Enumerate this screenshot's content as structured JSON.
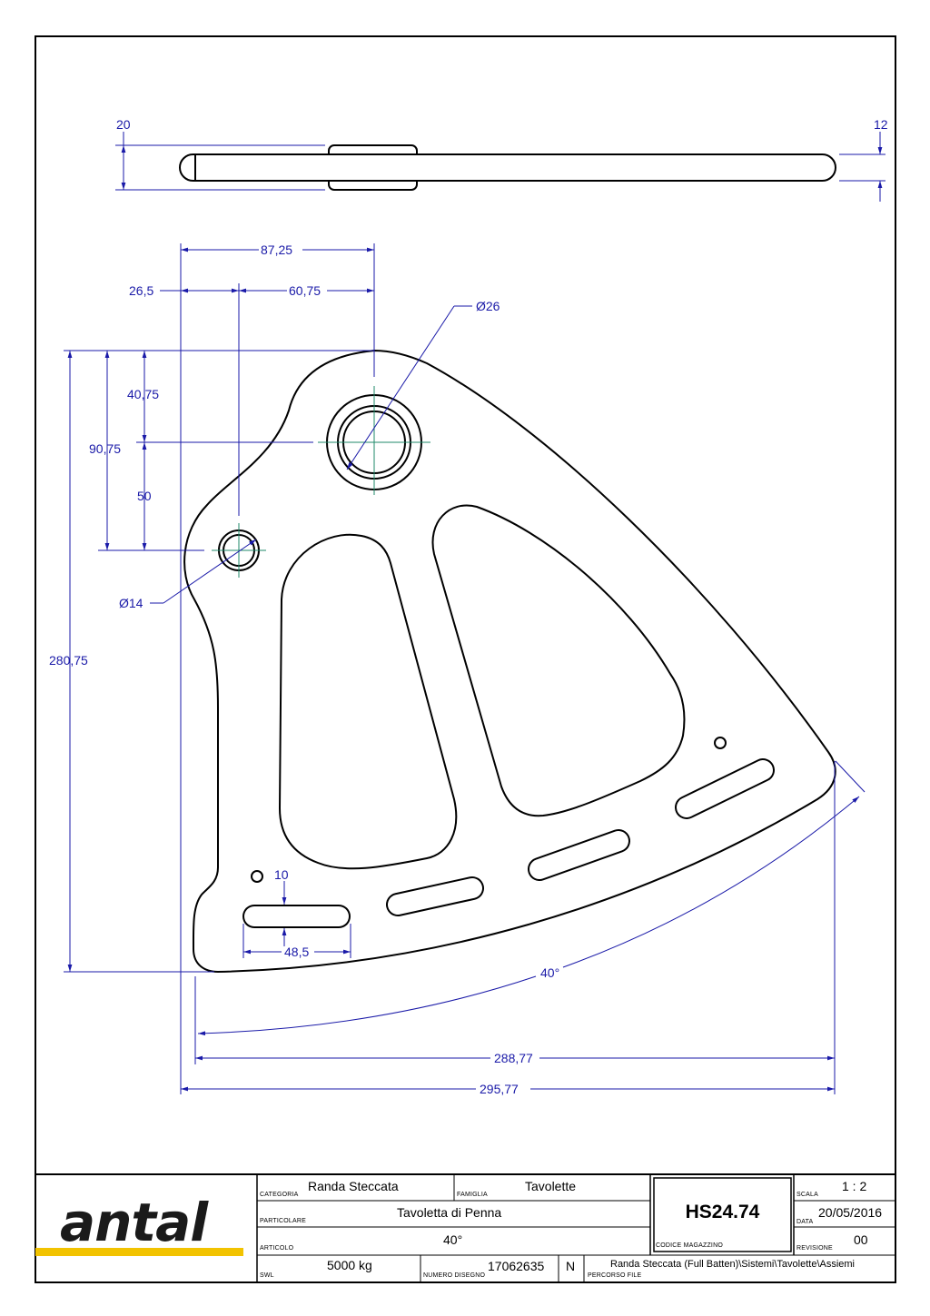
{
  "drawing": {
    "dimensions": {
      "thickness_total": "20",
      "thickness_plate": "12",
      "horiz_87_25": "87,25",
      "horiz_26_5": "26,5",
      "horiz_60_75": "60,75",
      "dia_26": "Ø26",
      "vert_40_75": "40,75",
      "vert_90_75": "90,75",
      "vert_50": "50",
      "dia_14": "Ø14",
      "vert_280_75": "280,75",
      "slot_10": "10",
      "slot_48_5": "48,5",
      "angle_40": "40°",
      "horiz_288_77": "288,77",
      "horiz_295_77": "295,77"
    },
    "colors": {
      "outline": "#000000",
      "dimension": "#1a1aa8",
      "centerline": "#1f8a6a",
      "logo_bar": "#f2c300"
    }
  },
  "titleblock": {
    "logo": "antal",
    "categoria": {
      "label": "CATEGORIA",
      "value": "Randa Steccata"
    },
    "famiglia": {
      "label": "FAMIGLIA",
      "value": "Tavolette"
    },
    "particolare": {
      "label": "PARTICOLARE",
      "value": "Tavoletta di Penna"
    },
    "articolo": {
      "label": "ARTICOLO",
      "value": "40°"
    },
    "codice": {
      "label": "CODICE MAGAZZINO",
      "value": "HS24.74"
    },
    "scala": {
      "label": "SCALA",
      "value": "1 : 2"
    },
    "data": {
      "label": "DATA",
      "value": "20/05/2016"
    },
    "revisione": {
      "label": "REVISIONE",
      "value": "00"
    },
    "swl": {
      "label": "SWL",
      "value": "5000 kg"
    },
    "numero_disegno": {
      "label": "NUMERO DISEGNO",
      "value": "17062635"
    },
    "n_flag": "N",
    "percorso": {
      "label": "PERCORSO FILE",
      "value": "Randa Steccata (Full Batten)\\Sistemi\\Tavolette\\Assiemi"
    }
  }
}
